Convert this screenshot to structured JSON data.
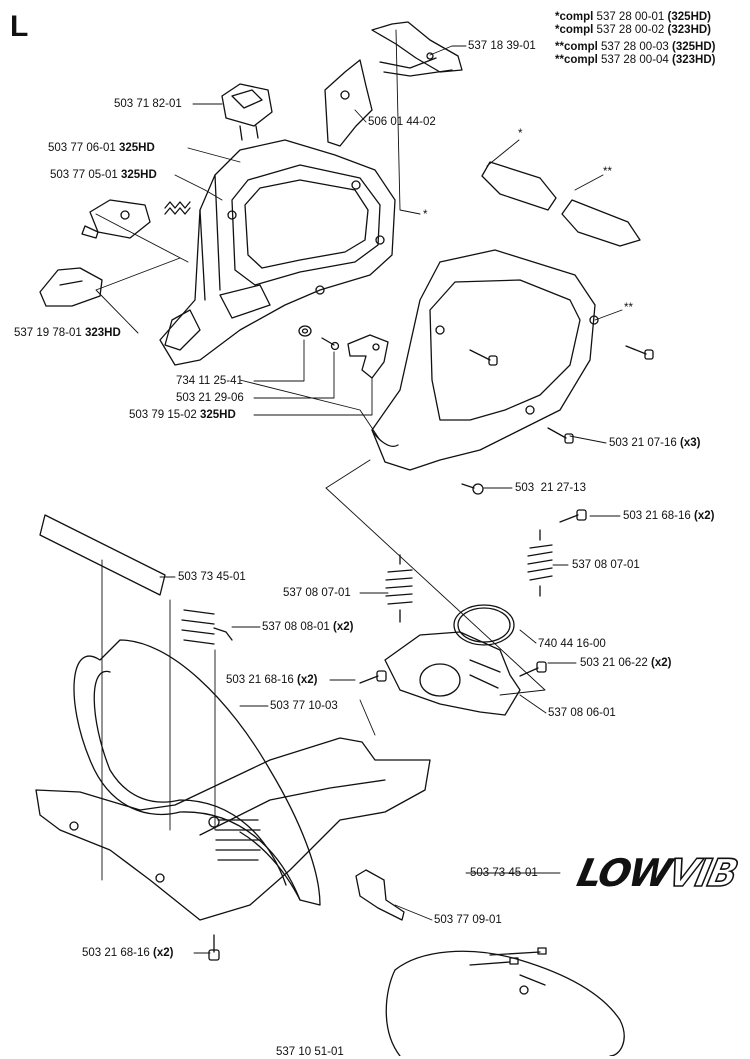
{
  "section_letter": "L",
  "kit_notes": [
    {
      "marker": "*compl",
      "number": "537 28 00-01",
      "variant": "(325HD)"
    },
    {
      "marker": "*compl",
      "number": "537 28 00-02",
      "variant": "(323HD)"
    },
    {
      "marker": "**compl",
      "number": "537 28 00-03",
      "variant": "(325HD)"
    },
    {
      "marker": "**compl",
      "number": "537 28 00-04",
      "variant": "(323HD)"
    }
  ],
  "parts": [
    {
      "number": "537 18 39-01",
      "suffix": ""
    },
    {
      "number": "506 01 44-02",
      "suffix": ""
    },
    {
      "number": "503 71 82-01",
      "suffix": ""
    },
    {
      "number": "503 77 06-01",
      "suffix": "325HD"
    },
    {
      "number": "503 77 05-01",
      "suffix": "325HD"
    },
    {
      "number": "537 19 78-01",
      "suffix": "323HD"
    },
    {
      "number": "734 11 25-41",
      "suffix": ""
    },
    {
      "number": "503 21 29-06",
      "suffix": ""
    },
    {
      "number": "503 79 15-02",
      "suffix": "325HD"
    },
    {
      "number": "503 21 07-16",
      "suffix": "(x3)"
    },
    {
      "number": "503  21 27-13",
      "suffix": ""
    },
    {
      "number": "503 21 68-16",
      "suffix": "(x2)"
    },
    {
      "number": "537 08 07-01",
      "suffix": ""
    },
    {
      "number": "537 08 07-01",
      "suffix": ""
    },
    {
      "number": "503 73 45-01",
      "suffix": ""
    },
    {
      "number": "537 08 08-01",
      "suffix": "(x2)"
    },
    {
      "number": "740 44 16-00",
      "suffix": ""
    },
    {
      "number": "503 21 68-16",
      "suffix": "(x2)"
    },
    {
      "number": "503 21 06-22",
      "suffix": "(x2)"
    },
    {
      "number": "503 77 10-03",
      "suffix": ""
    },
    {
      "number": "537 08 06-01",
      "suffix": ""
    },
    {
      "number": "503 73 45-01",
      "suffix": ""
    },
    {
      "number": "503 77 09-01",
      "suffix": ""
    },
    {
      "number": "503 21 68-16",
      "suffix": "(x2)"
    },
    {
      "number": "537 10 51-01",
      "suffix": ""
    }
  ],
  "callout_markers": {
    "single": "*",
    "double": "**"
  },
  "logo": {
    "part1": "LOW",
    "part2": "VIB"
  }
}
